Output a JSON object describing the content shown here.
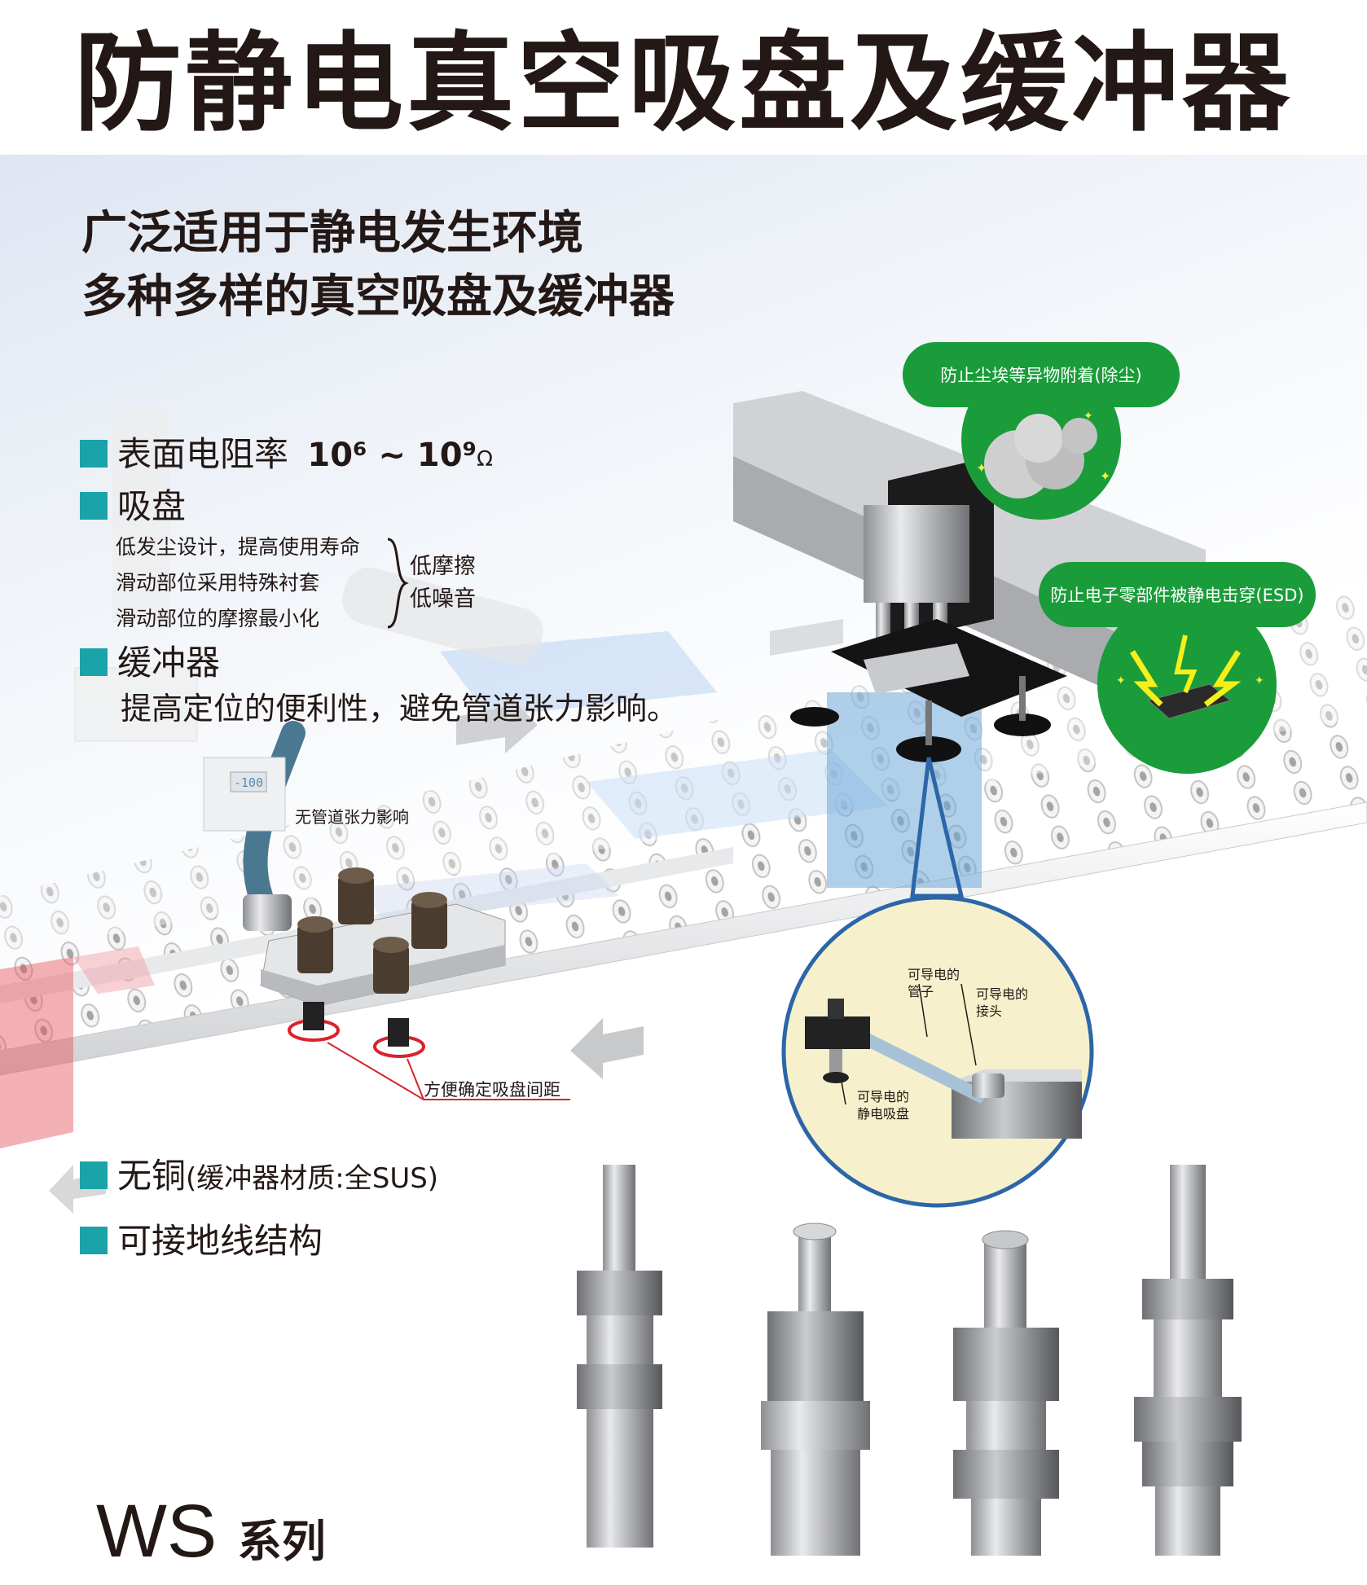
{
  "title": "防静电真空吸盘及缓冲器",
  "subtitle": [
    "广泛适用于静电发生环境",
    "多种多样的真空吸盘及缓冲器"
  ],
  "features": {
    "resistivity": {
      "label": "表面电阻率",
      "value_text": "10⁶ ~ 10⁹",
      "unit": "Ω"
    },
    "pad": {
      "label": "吸盘",
      "items": [
        "低发尘设计，提高使用寿命",
        "滑动部位采用特殊衬套",
        "滑动部位的摩擦最小化"
      ],
      "results": [
        "低摩擦",
        "低噪音"
      ]
    },
    "buffer": {
      "label": "缓冲器",
      "desc": "提高定位的便利性，避免管道张力影响。"
    },
    "copper_free": {
      "label": "无铜",
      "paren": "(缓冲器材质:全SUS)"
    },
    "ground": {
      "label": "可接地线结构"
    }
  },
  "bubbles": {
    "dust": "防止尘埃等异物附着(除尘)",
    "esd": "防止电子零部件被静电击穿(ESD)"
  },
  "annotations": {
    "no_tension": "无管道张力影响",
    "pad_spacing": "方便确定吸盘间距",
    "conductive_tube": [
      "可导电的",
      "管子"
    ],
    "conductive_joint": [
      "可导电的",
      "接头"
    ],
    "conductive_pad": [
      "可导电的",
      "静电吸盘"
    ],
    "sensor_display": "-100"
  },
  "series": {
    "code": "WS",
    "suffix": "系列"
  },
  "colors": {
    "accent_teal": "#1aa3a8",
    "bubble_green": "#1a9c3a",
    "circle_fill": "#f6f1cc",
    "circle_border": "#2c66a8",
    "red_mark": "#d9232d"
  }
}
